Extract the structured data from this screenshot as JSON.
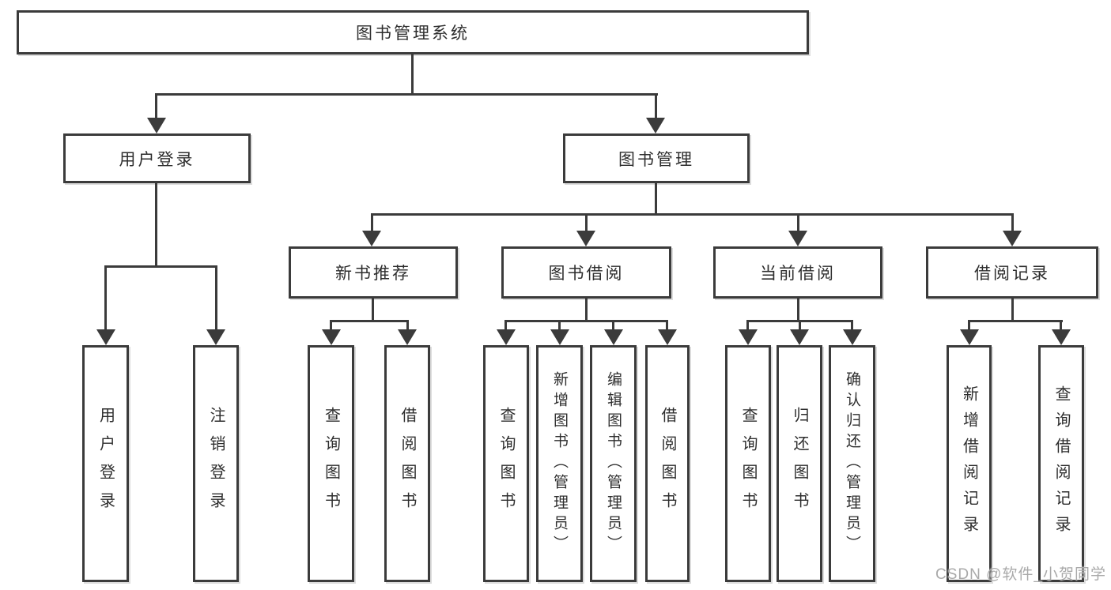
{
  "tree": {
    "root": {
      "label": "图书管理系统"
    },
    "branches": [
      {
        "label": "用户登录",
        "children": [
          {
            "label": "用户登录"
          },
          {
            "label": "注销登录"
          }
        ]
      },
      {
        "label": "图书管理",
        "children": [
          {
            "label": "新书推荐",
            "children": [
              {
                "label": "查询图书"
              },
              {
                "label": "借阅图书"
              }
            ]
          },
          {
            "label": "图书借阅",
            "children": [
              {
                "label": "查询图书"
              },
              {
                "label": "新增图书（管理员）"
              },
              {
                "label": "编辑图书（管理员）"
              },
              {
                "label": "借阅图书"
              }
            ]
          },
          {
            "label": "当前借阅",
            "children": [
              {
                "label": "查询图书"
              },
              {
                "label": "归还图书"
              },
              {
                "label": "确认归还（管理员）"
              }
            ]
          },
          {
            "label": "借阅记录",
            "children": [
              {
                "label": "新增借阅记录"
              },
              {
                "label": "查询借阅记录"
              }
            ]
          }
        ]
      }
    ]
  },
  "watermark": {
    "text": "CSDN @软件_小贺同学"
  },
  "colors": {
    "line": "#3b3b3b",
    "text": "#2e2e2e",
    "background": "#ffffff",
    "watermark": "#a9a9a9"
  }
}
